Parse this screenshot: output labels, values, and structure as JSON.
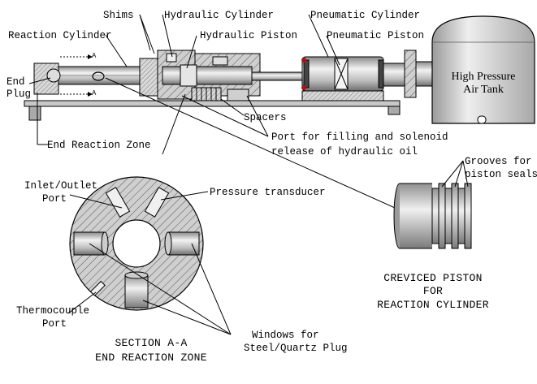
{
  "labels": {
    "shims": "Shims",
    "hydraulic_cylinder": "Hydraulic Cylinder",
    "pneumatic_cylinder": "Pneumatic Cylinder",
    "reaction_cylinder": "Reaction Cylinder",
    "hydraulic_piston": "Hydraulic Piston",
    "pneumatic_piston": "Pneumatic Piston",
    "end_plug_1": "End",
    "end_plug_2": "Plug",
    "tank_1": "High Pressure",
    "tank_2": "Air Tank",
    "spacers": "Spacers",
    "port_fill_1": "Port for filling and solenoid",
    "port_fill_2": "release of hydraulic oil",
    "end_reaction_zone": "End Reaction Zone",
    "section_marker": "A",
    "grooves_1": "Grooves for",
    "grooves_2": "piston seals",
    "inlet_outlet_1": "Inlet/Outlet",
    "inlet_outlet_2": "Port",
    "pressure_transducer": "Pressure transducer",
    "thermocouple_1": "Thermocouple",
    "thermocouple_2": "Port",
    "windows_1": "Windows for",
    "windows_2": "Steel/Quartz Plug"
  },
  "captions": {
    "creviced_1": "CREVICED PISTON",
    "creviced_2": "FOR",
    "creviced_3": "REACTION CYLINDER",
    "section_1": "SECTION A-A",
    "section_2": "END REACTION ZONE"
  },
  "colors": {
    "metal_light": "#dcdcdc",
    "metal_mid": "#b4b4b4",
    "metal_dark": "#7a7a7a",
    "seal_red": "#b01010",
    "hatch": "#555555"
  }
}
